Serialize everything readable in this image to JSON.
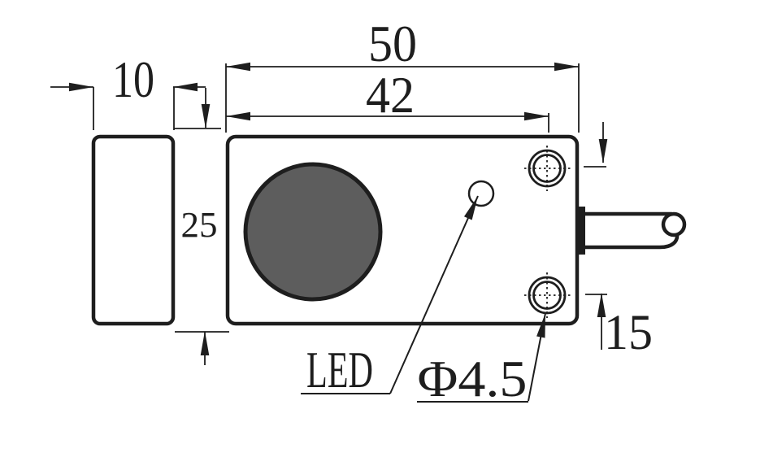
{
  "drawing": {
    "dimensions": {
      "overall_width": "50",
      "sensing_span": "42",
      "depth": "10",
      "height": "25",
      "hole_spacing": "15"
    },
    "labels": {
      "led": "LED",
      "hole_diameter": "Φ4.5"
    },
    "colors": {
      "line": "#1e1e1e",
      "sensing_face": "#5d5d5d",
      "background": "#ffffff"
    }
  }
}
